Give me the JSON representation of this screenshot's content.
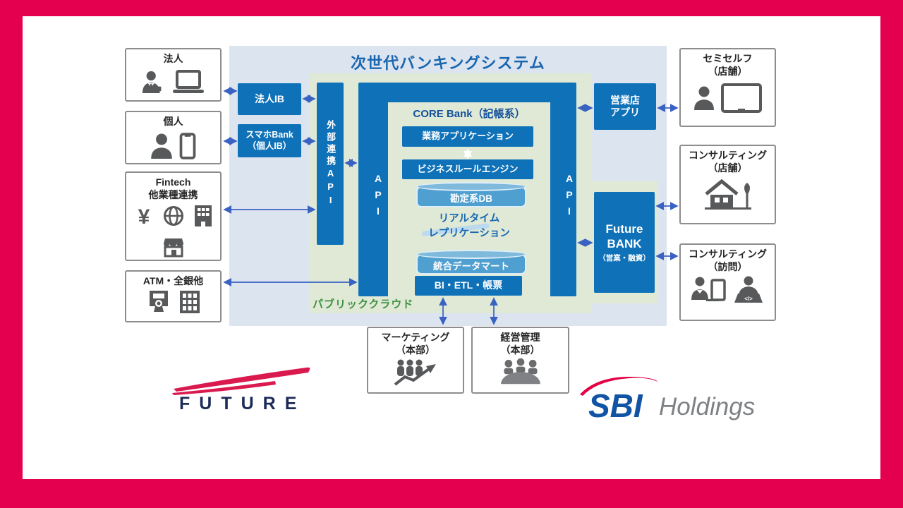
{
  "diagram": {
    "title": "次世代バンキングシステム",
    "cloud_label": "パブリッククラウド",
    "external_api_label": "外部連携API",
    "api_left_label": "API",
    "api_right_label": "API",
    "core": {
      "title": "CORE Bank（記帳系）",
      "app": "業務アプリケーション",
      "rules": "ビジネスルールエンジン",
      "db": "勘定系DB",
      "replication": "リアルタイム\nレプリケーション",
      "datamart": "統合データマート",
      "bi": "BI・ETL・帳票"
    },
    "channels": {
      "houjin_ib": "法人IB",
      "sumaho_bank": "スマホBank\n（個人IB）",
      "eigyoten_app": "営業店\nアプリ",
      "future_bank_name": "Future\nBANK",
      "future_bank_sub": "（営業・融資）"
    },
    "left_boxes": [
      {
        "title": "法人",
        "icons": [
          "businessman-icon",
          "laptop-icon"
        ]
      },
      {
        "title": "個人",
        "icons": [
          "person-icon",
          "smartphone-icon"
        ]
      },
      {
        "title": "Fintech\n他業種連携",
        "icons": [
          "yen-icon",
          "globe-icon",
          "office-building-icon",
          "storefront-icon"
        ]
      },
      {
        "title": "ATM・全銀他",
        "icons": [
          "atm-icon",
          "bank-building-icon"
        ]
      }
    ],
    "right_boxes": [
      {
        "title": "セミセルフ\n（店舗）",
        "icons": [
          "person-icon",
          "tablet-icon"
        ]
      },
      {
        "title": "コンサルティング\n（店舗）",
        "icons": [
          "house-icon"
        ]
      },
      {
        "title": "コンサルティング\n（訪問）",
        "icons": [
          "businessman-tablet-icon",
          "laptop-person-icon"
        ]
      }
    ],
    "bottom_boxes": [
      {
        "title": "マーケティング\n（本部）",
        "icons": [
          "growth-chart-icon"
        ]
      },
      {
        "title": "経営管理\n（本部）",
        "icons": [
          "meeting-icon"
        ]
      }
    ]
  },
  "logos": {
    "future": {
      "text": "FUTURE"
    },
    "sbi": {
      "name": "SBI",
      "suffix": "Holdings"
    }
  },
  "colors": {
    "frame": "#e4004f",
    "panel_blue": "#dce4f0",
    "panel_green": "#dfe9d6",
    "box_blue": "#0f72b9",
    "title_text": "#1a66ae",
    "core_title_text": "#14509c",
    "cloud_text": "#3f9143",
    "arrow": "#3a62c2",
    "cylinder": "#4f9fd1"
  }
}
